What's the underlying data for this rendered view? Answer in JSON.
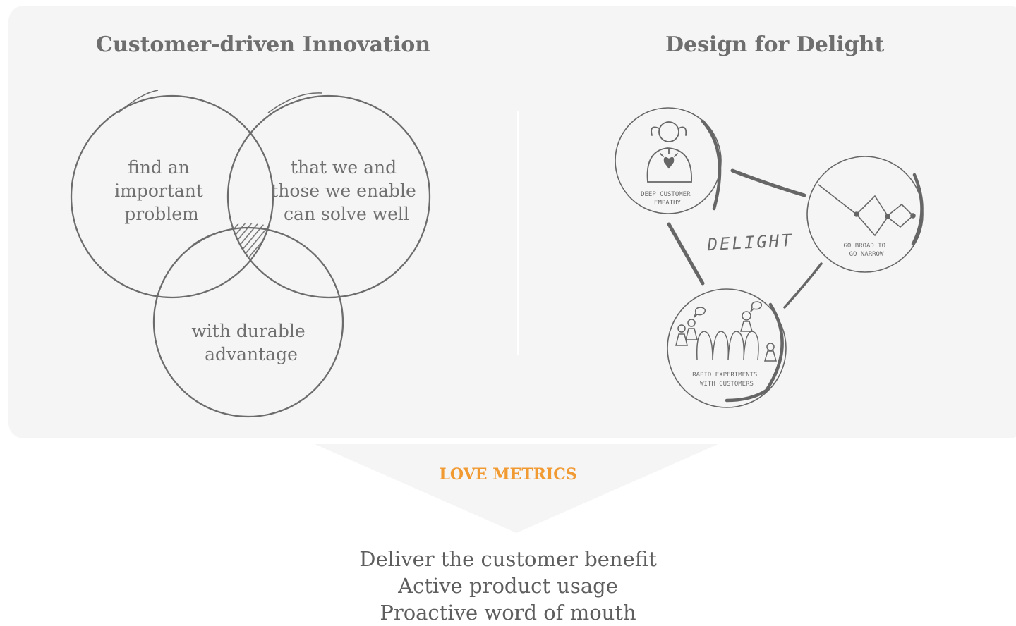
{
  "left_section": {
    "title": "Customer-driven Innovation",
    "circles": [
      {
        "lines": [
          "find an",
          "important",
          "problem"
        ]
      },
      {
        "lines": [
          "that we and",
          "those we enable",
          "can solve well"
        ]
      },
      {
        "lines": [
          "with durable",
          "advantage"
        ]
      }
    ]
  },
  "right_section": {
    "title": "Design for Delight",
    "center_label": "DELIGHT",
    "nodes": [
      {
        "lines": [
          "DEEP CUSTOMER",
          "EMPATHY"
        ]
      },
      {
        "lines": [
          "GO BROAD TO",
          "GO NARROW"
        ]
      },
      {
        "lines": [
          "RAPID EXPERIMENTS",
          "WITH CUSTOMERS"
        ]
      }
    ]
  },
  "love_metrics": {
    "label": "LOVE METRICS",
    "items": [
      "Deliver the customer benefit",
      "Active product usage",
      "Proactive word of mouth"
    ]
  },
  "colors": {
    "panel": "#f5f5f5",
    "accent": "#f19a32",
    "stroke": "#6a6a6a"
  }
}
